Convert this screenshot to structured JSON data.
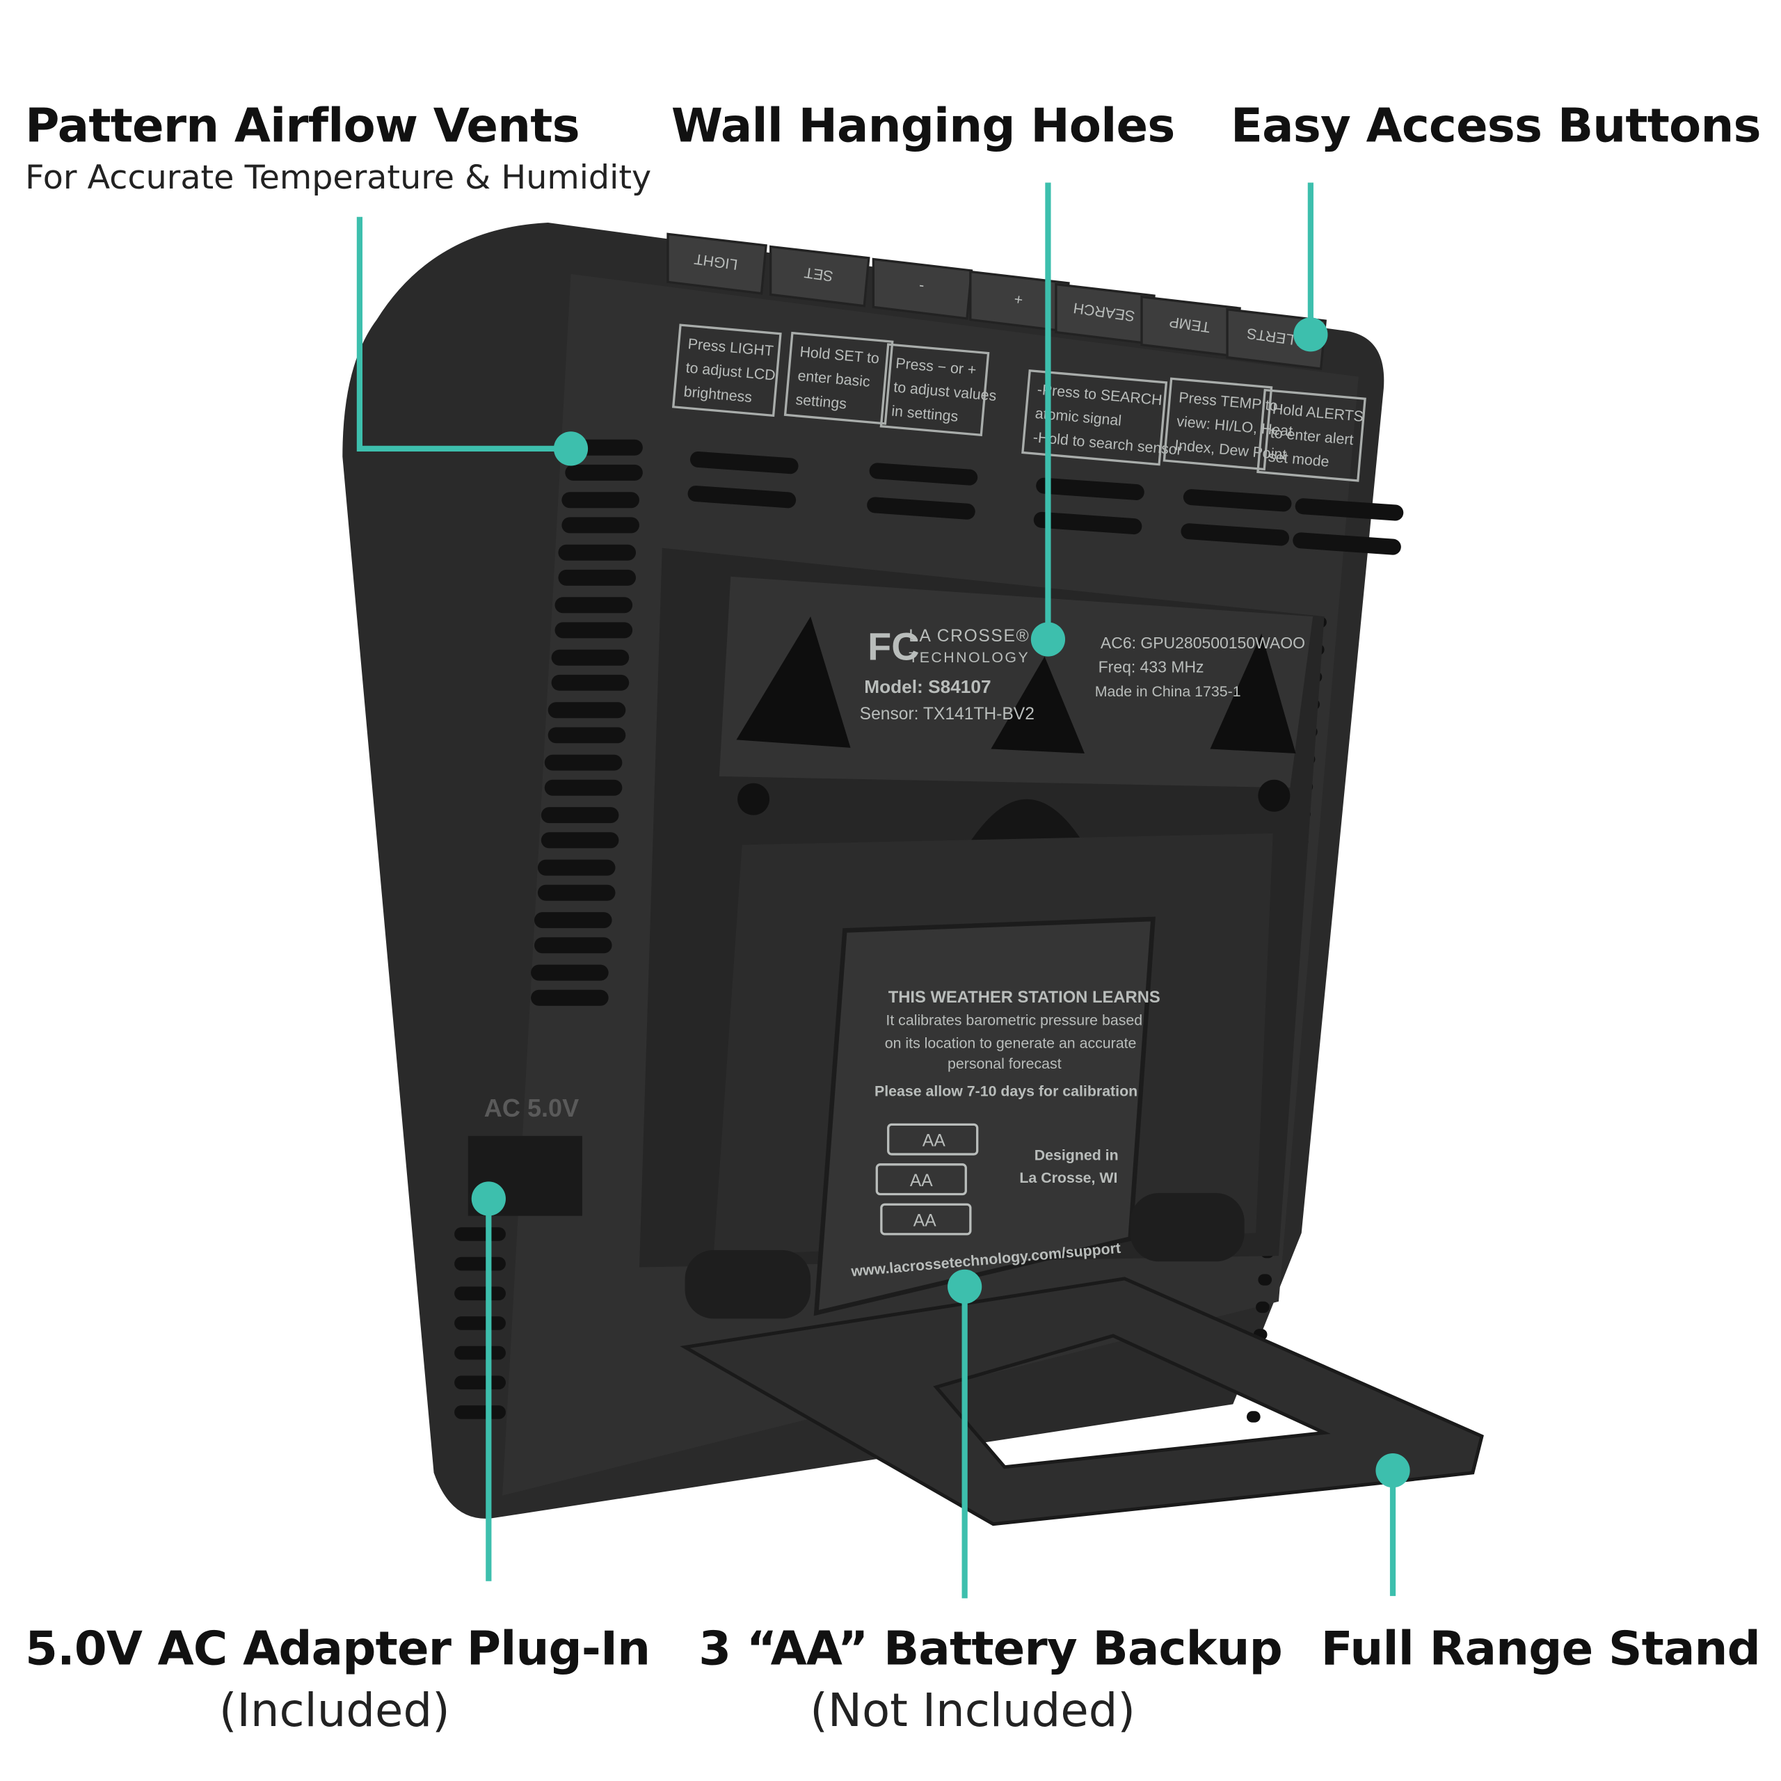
{
  "callouts": {
    "vents": {
      "title": "Pattern Airflow Vents",
      "subtitle": "For Accurate Temperature & Humidity"
    },
    "holes": {
      "title": "Wall Hanging Holes"
    },
    "buttons": {
      "title": "Easy Access Buttons"
    },
    "adapter": {
      "title": "5.0V AC Adapter Plug-In",
      "subtitle": "(Included)"
    },
    "battery": {
      "title": "3 “AA” Battery Backup",
      "subtitle": "(Not Included)"
    },
    "stand": {
      "title": "Full Range Stand"
    }
  },
  "device": {
    "buttons": [
      "LIGHT",
      "SET",
      "-",
      "+",
      "SEARCH",
      "TEMP",
      "ALERTS"
    ],
    "instructions": [
      [
        "Press LIGHT",
        "to adjust LCD",
        "brightness"
      ],
      [
        "Hold SET to",
        "enter basic",
        "settings"
      ],
      [
        "Press − or +",
        "to adjust values",
        "in settings"
      ],
      [
        "-Press to SEARCH",
        "atomic signal",
        "-Hold to search sensor"
      ],
      [
        "Press TEMP to",
        "view: HI/LO, Heat",
        "Index, Dew Point"
      ],
      [
        "Hold ALERTS",
        "to enter alert",
        "set mode"
      ]
    ],
    "label": {
      "fcc": "FC",
      "brand": "LA CROSSE®",
      "brand_sub": "TECHNOLOGY",
      "model": "Model: S84107",
      "sensor": "Sensor: TX141TH-BV2",
      "ac": "AC6: GPU280500150WAOO",
      "freq": "Freq: 433 MHz",
      "made": "Made in China  1735-1"
    },
    "ac_port": "AC 5.0V",
    "battery_door": {
      "heading": "THIS WEATHER STATION LEARNS",
      "lines": [
        "It calibrates barometric pressure based",
        "on its location to generate an accurate",
        "personal forecast"
      ],
      "note": "Please allow 7-10 days for calibration",
      "cells": [
        "AA",
        "AA",
        "AA"
      ],
      "designed": [
        "Designed in",
        "La Crosse, WI"
      ],
      "url": "www.lacrossetechnology.com/support"
    }
  },
  "colors": {
    "accent": "#3dbfad",
    "device": "#2b2b2b",
    "device_dark": "#1a1a1a",
    "print": "#b9bdbb"
  }
}
